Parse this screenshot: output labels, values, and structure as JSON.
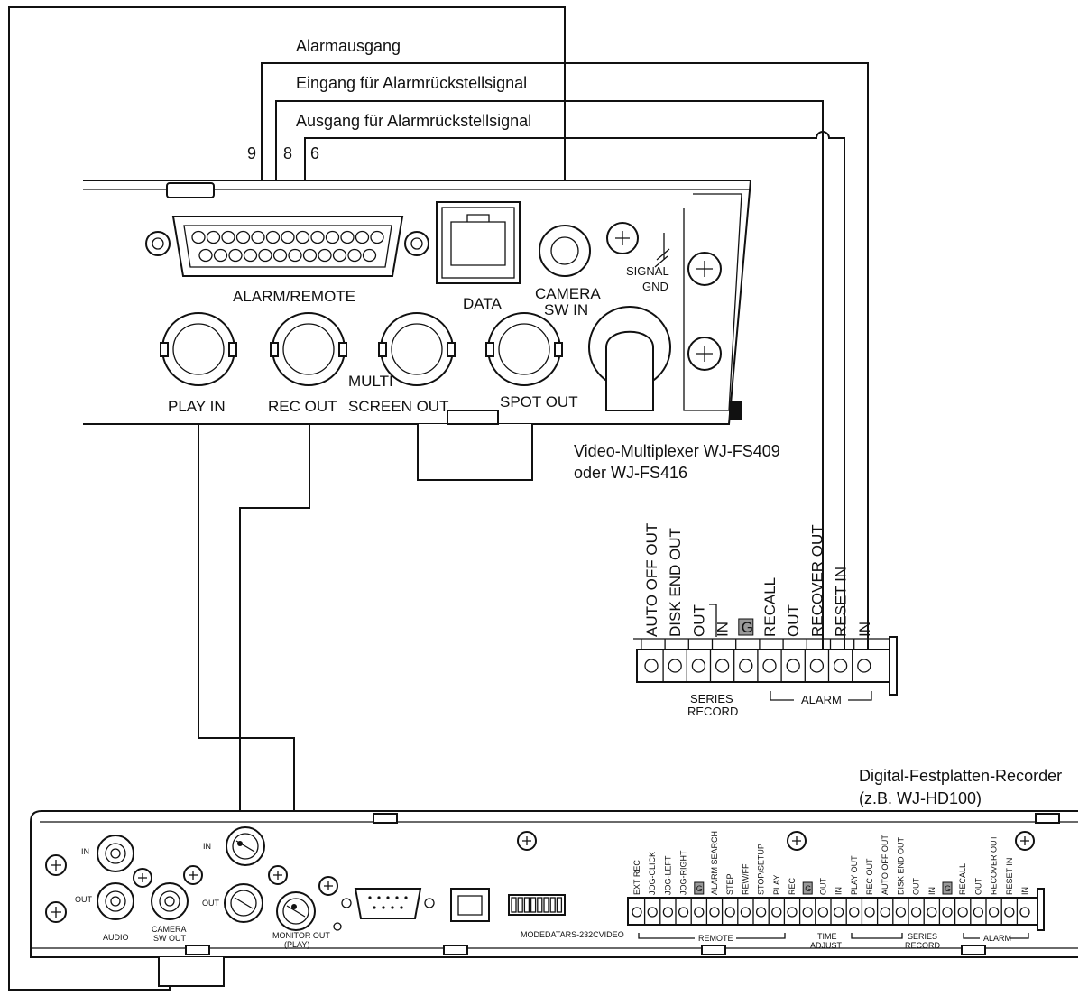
{
  "annotations": {
    "alarm_output": "Alarmausgang",
    "reset_input": "Eingang für Alarmrückstellsignal",
    "reset_output": "Ausgang für Alarmrückstellsignal"
  },
  "pin_numbers": [
    "9",
    "8",
    "6"
  ],
  "multiplexer": {
    "caption_line1": "Video-Multiplexer WJ-FS409",
    "caption_line2": "oder WJ-FS416",
    "ports": {
      "alarm_remote": "ALARM/REMOTE",
      "data": "DATA",
      "camera_sw_in_1": "CAMERA",
      "camera_sw_in_2": "SW IN",
      "signal_gnd_1": "SIGNAL",
      "signal_gnd_2": "GND",
      "play_in": "PLAY IN",
      "rec_out": "REC OUT",
      "multi_screen_out_1": "MULTI",
      "multi_screen_out_2": "SCREEN OUT",
      "spot_out": "SPOT OUT"
    }
  },
  "terminal_block": {
    "labels": [
      "AUTO OFF OUT",
      "DISK END OUT",
      "OUT",
      "IN",
      "G",
      "RECALL",
      "OUT",
      "RECOVER OUT",
      "RESET IN",
      "IN"
    ],
    "series_record_1": "SERIES",
    "series_record_2": "RECORD",
    "alarm": "ALARM"
  },
  "recorder": {
    "caption_line1": "Digital-Festplatten-Recorder",
    "caption_line2": "(z.B. WJ-HD100)",
    "ports": {
      "audio_in": "IN",
      "audio_out": "OUT",
      "audio": "AUDIO",
      "camera_sw_out_1": "CAMERA",
      "camera_sw_out_2": "SW OUT",
      "video_in": "IN",
      "video_out": "OUT",
      "monitor_out_1": "MONITOR OUT",
      "monitor_out_2": "(PLAY)",
      "bottom_row": "MODEDATARS-232CVIDEO"
    },
    "terminal_labels": [
      "EXT REC",
      "JOG-CLICK",
      "JOG-LEFT",
      "JOG-RIGHT",
      "G",
      "ALARM SEARCH",
      "STEP",
      "REW/FF",
      "STOP/SETUP",
      "PLAY",
      "REC",
      "G",
      "OUT",
      "IN",
      "PLAY OUT",
      "REC OUT",
      "AUTO OFF OUT",
      "DISK END OUT",
      "OUT",
      "IN",
      "G",
      "RECALL",
      "OUT",
      "RECOVER OUT",
      "RESET IN",
      "IN"
    ],
    "group_labels": {
      "remote": "REMOTE",
      "time_adjust_1": "TIME",
      "time_adjust_2": "ADJUST",
      "series_record_1": "SERIES",
      "series_record_2": "RECORD",
      "alarm": "ALARM"
    }
  }
}
